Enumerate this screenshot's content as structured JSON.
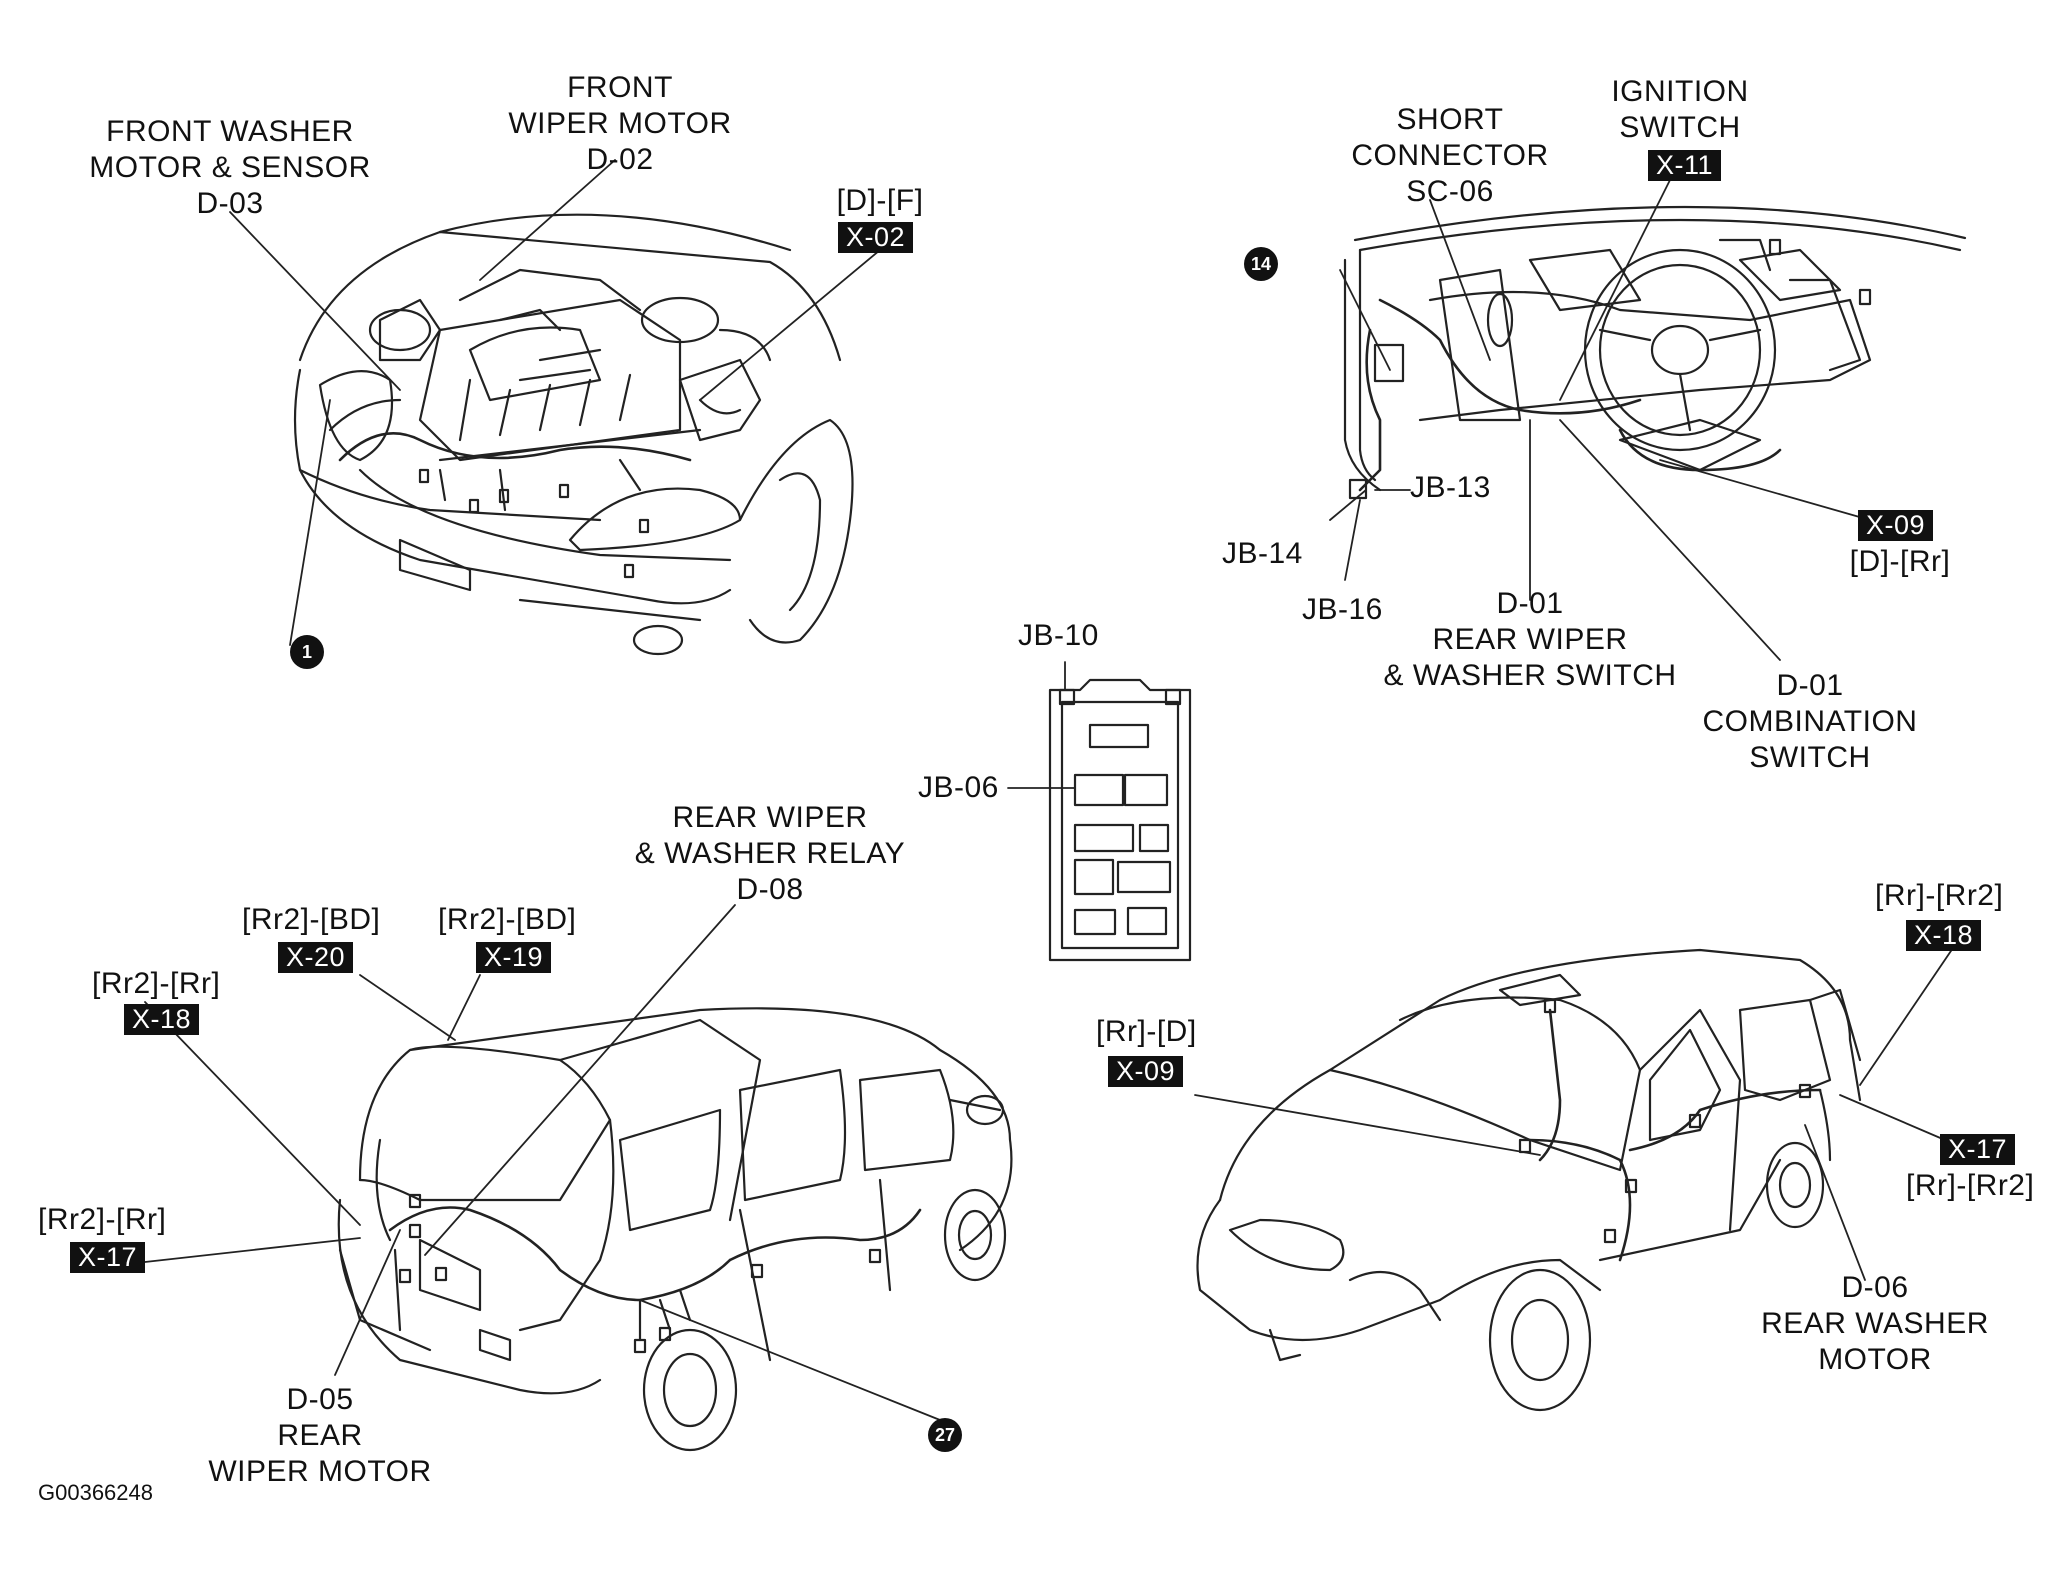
{
  "labels": {
    "front_washer": [
      "FRONT WASHER",
      "MOTOR & SENSOR",
      "D-03"
    ],
    "front_wiper": [
      "FRONT",
      "WIPER MOTOR",
      "D-02"
    ],
    "df_conn": "[D]-[F]",
    "x02": "X-02",
    "short_connector": [
      "SHORT",
      "CONNECTOR",
      "SC-06"
    ],
    "ignition": [
      "IGNITION",
      "SWITCH"
    ],
    "x11": "X-11",
    "jb13": "JB-13",
    "jb14": "JB-14",
    "jb16": "JB-16",
    "rear_wiper_switch": [
      "D-01",
      "REAR WIPER",
      "& WASHER SWITCH"
    ],
    "combination": [
      "D-01",
      "COMBINATION",
      "SWITCH"
    ],
    "x09_top": "X-09",
    "drr": "[D]-[Rr]",
    "jb10": "JB-10",
    "jb06": "JB-06",
    "rear_wiper_relay": [
      "REAR WIPER",
      "& WASHER RELAY",
      "D-08"
    ],
    "rr2bd_a": "[Rr2]-[BD]",
    "x20": "X-20",
    "rr2bd_b": "[Rr2]-[BD]",
    "x19": "X-19",
    "rr2rr_a": "[Rr2]-[Rr]",
    "x18_left": "X-18",
    "rr2rr_b": "[Rr2]-[Rr]",
    "x17_left": "X-17",
    "rear_wiper_motor": [
      "D-05",
      "REAR",
      "WIPER MOTOR"
    ],
    "rrd": "[Rr]-[D]",
    "x09_bottom": "X-09",
    "rrrr2_top": "[Rr]-[Rr2]",
    "x18_right": "X-18",
    "x17_right": "X-17",
    "rrrr2_bottom": "[Rr]-[Rr2]",
    "rear_washer_motor": [
      "D-06",
      "REAR WASHER",
      "MOTOR"
    ],
    "code": "G00366248"
  },
  "markers": {
    "m1": "1",
    "m14": "14",
    "m27": "27"
  }
}
